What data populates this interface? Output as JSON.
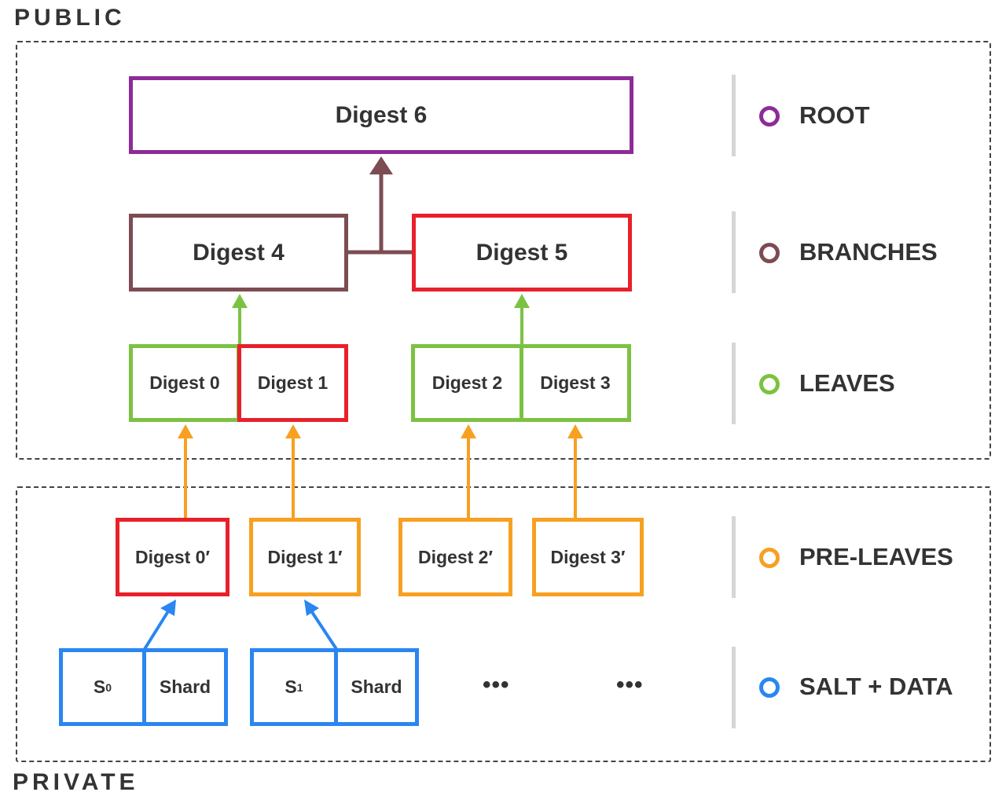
{
  "zones": {
    "public_label": "PUBLIC",
    "private_label": "PRIVATE"
  },
  "nodes": {
    "root": "Digest 6",
    "branch_left": "Digest 4",
    "branch_right": "Digest 5",
    "leaf_0": "Digest 0",
    "leaf_1": "Digest 1",
    "leaf_2": "Digest 2",
    "leaf_3": "Digest 3",
    "preleaf_0": "Digest 0′",
    "preleaf_1": "Digest 1′",
    "preleaf_2": "Digest 2′",
    "preleaf_3": "Digest 3′",
    "salt_0": "S",
    "salt_0_sub": "0",
    "data_0": "Shard",
    "salt_1": "S",
    "salt_1_sub": "1",
    "data_1": "Shard",
    "ellipsis_a": "•••",
    "ellipsis_b": "•••"
  },
  "legend": {
    "root": "ROOT",
    "branches": "BRANCHES",
    "leaves": "LEAVES",
    "pre_leaves": "PRE-LEAVES",
    "salt_data": "SALT + DATA"
  },
  "colors": {
    "root": "#8e2b98",
    "branch": "#7d4c52",
    "leaf": "#7cc242",
    "highlight": "#e8202a",
    "pre_leaf": "#f7a021",
    "salt_data": "#2a86f0",
    "text": "#333333",
    "divider": "#d6d6d6"
  }
}
